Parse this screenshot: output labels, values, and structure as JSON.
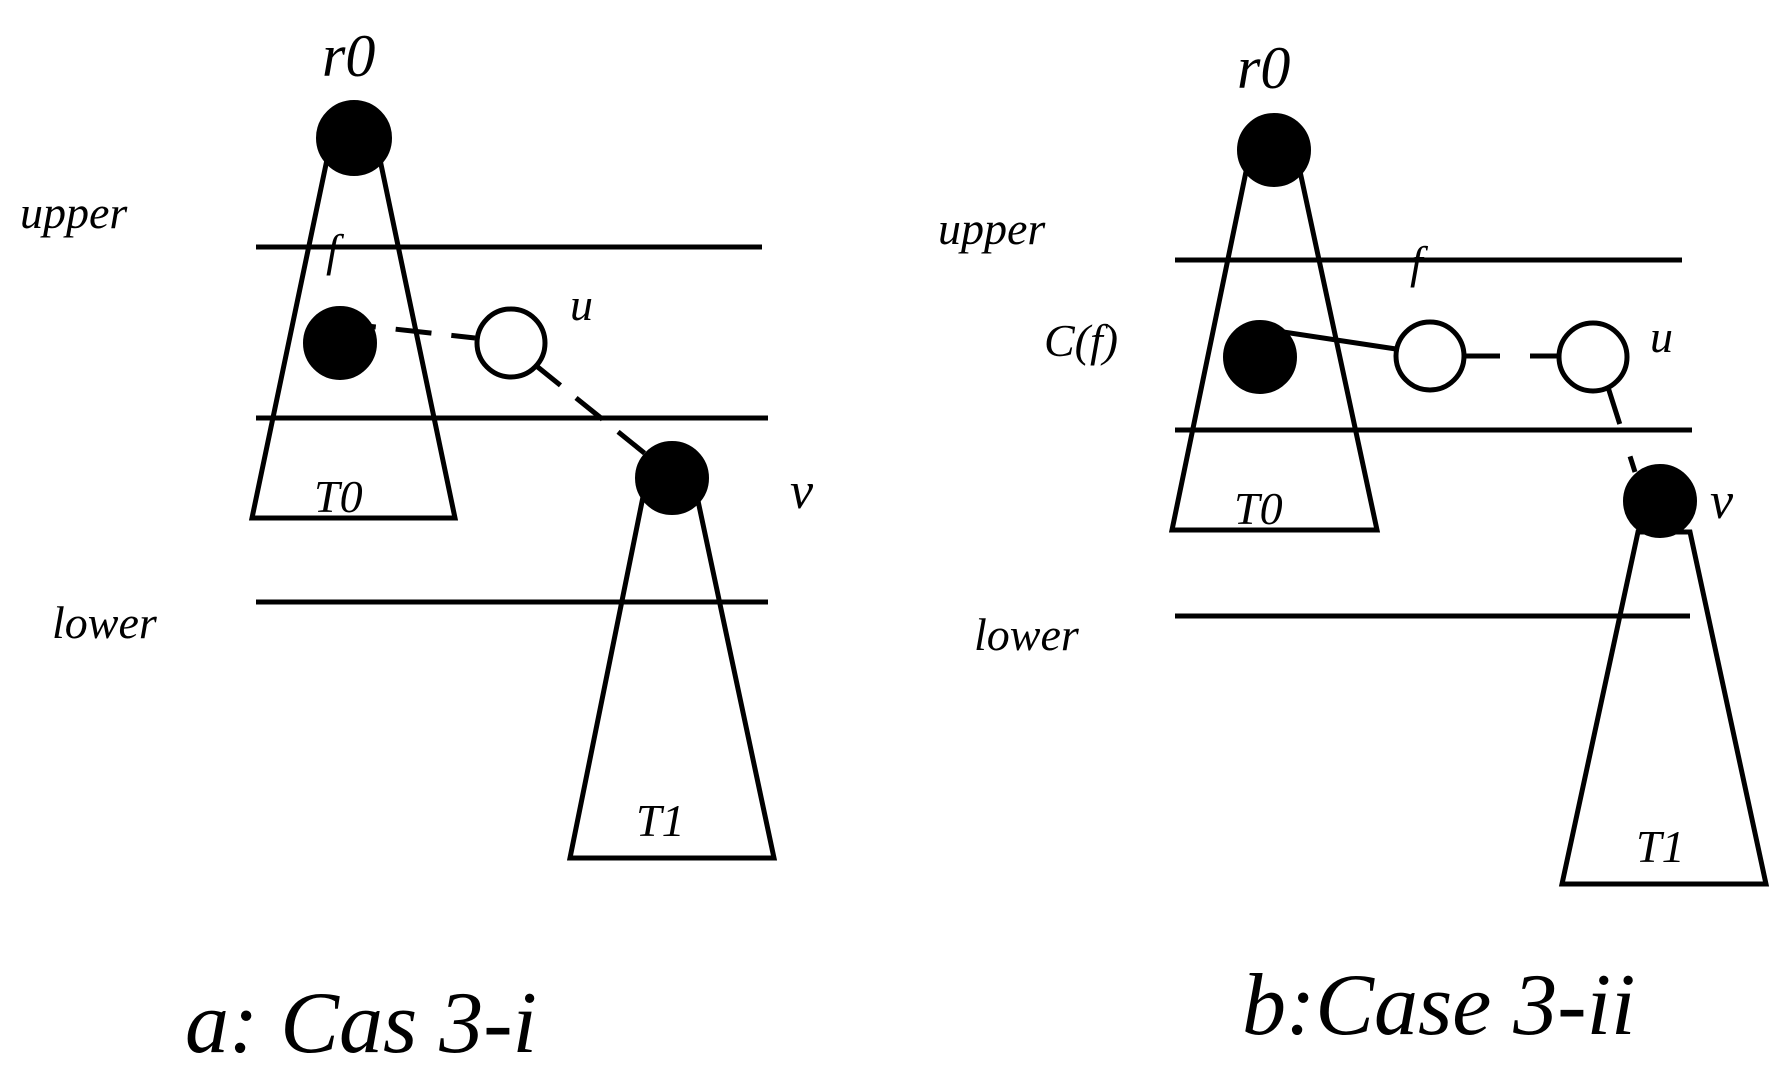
{
  "panels": [
    {
      "id": "a",
      "root": "r0",
      "upper": "upper",
      "lower": "lower",
      "f": "f",
      "u": "u",
      "v": "v",
      "t0": "T0",
      "t1": "T1",
      "caption": "a: Cas 3-i"
    },
    {
      "id": "b",
      "root": "r0",
      "upper": "upper",
      "lower": "lower",
      "f": "f",
      "cf": "C(f)",
      "u": "u",
      "v": "v",
      "t0": "T0",
      "t1": "T1",
      "caption": "b:Case 3-ii"
    }
  ],
  "colors": {
    "ink": "#000000",
    "background": "#ffffff",
    "empty_node": "#ffffff"
  }
}
